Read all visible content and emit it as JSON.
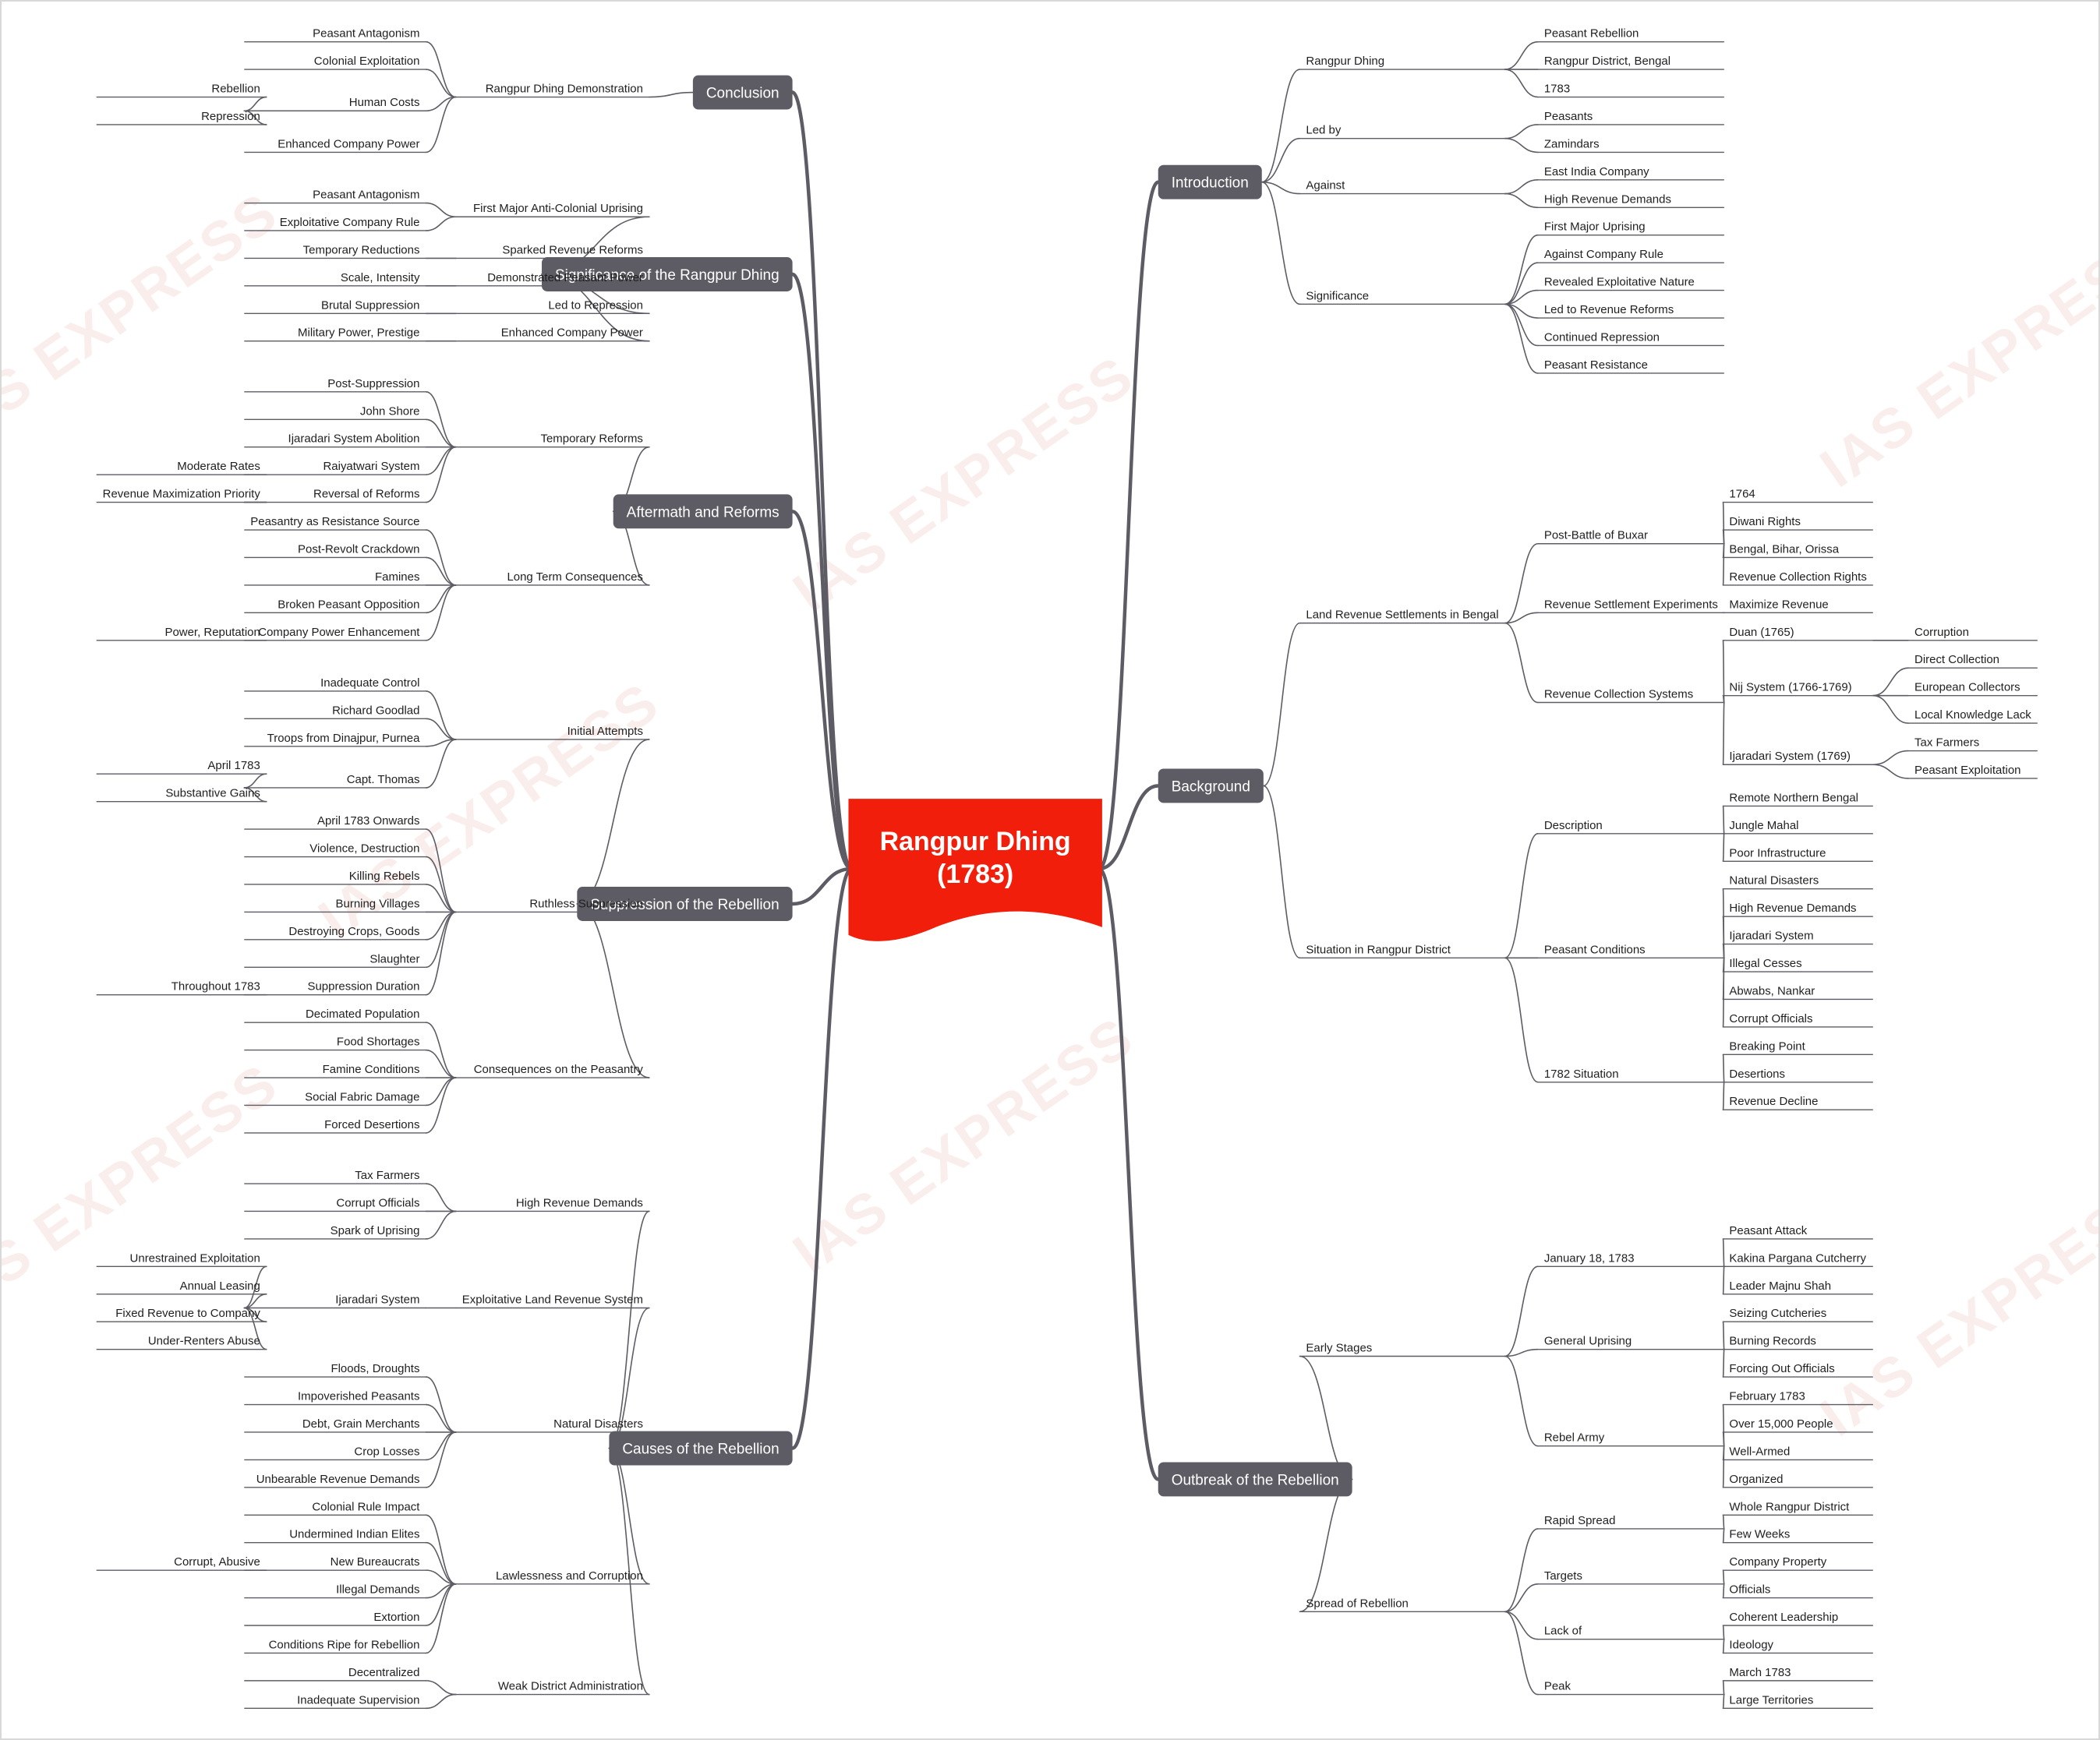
{
  "watermark": "IAS EXPRESS",
  "colors": {
    "center": "#f01e0a",
    "branch": "#5d5c64",
    "line": "#5d5c64",
    "text": "#1f1f1f"
  },
  "center": {
    "line1": "Rangpur Dhing",
    "line2": "(1783)"
  },
  "right": [
    {
      "label": "Introduction",
      "children": [
        {
          "label": "Rangpur Dhing",
          "children": [
            {
              "label": "Peasant Rebellion"
            },
            {
              "label": "Rangpur District, Bengal"
            },
            {
              "label": "1783"
            }
          ]
        },
        {
          "label": "Led by",
          "children": [
            {
              "label": "Peasants"
            },
            {
              "label": "Zamindars"
            }
          ]
        },
        {
          "label": "Against",
          "children": [
            {
              "label": "East India Company"
            },
            {
              "label": "High Revenue Demands"
            }
          ]
        },
        {
          "label": "Significance",
          "children": [
            {
              "label": "First Major Uprising"
            },
            {
              "label": "Against Company Rule"
            },
            {
              "label": "Revealed Exploitative Nature"
            },
            {
              "label": "Led to Revenue Reforms"
            },
            {
              "label": "Continued Repression"
            },
            {
              "label": "Peasant Resistance"
            }
          ]
        }
      ]
    },
    {
      "label": "Background",
      "children": [
        {
          "label": "Land Revenue Settlements in Bengal",
          "children": [
            {
              "label": "Post-Battle of Buxar",
              "children": [
                {
                  "label": "1764"
                },
                {
                  "label": "Diwani Rights"
                },
                {
                  "label": "Bengal, Bihar, Orissa"
                },
                {
                  "label": "Revenue Collection Rights"
                }
              ]
            },
            {
              "label": "Revenue Settlement Experiments",
              "children": [
                {
                  "label": "Maximize Revenue"
                }
              ]
            },
            {
              "label": "Revenue Collection Systems",
              "children": [
                {
                  "label": "Duan (1765)",
                  "children": [
                    {
                      "label": "Corruption"
                    }
                  ]
                },
                {
                  "label": "Nij System (1766-1769)",
                  "children": [
                    {
                      "label": "Direct Collection"
                    },
                    {
                      "label": "European Collectors"
                    },
                    {
                      "label": "Local Knowledge Lack"
                    }
                  ]
                },
                {
                  "label": "Ijaradari System (1769)",
                  "children": [
                    {
                      "label": "Tax Farmers"
                    },
                    {
                      "label": "Peasant Exploitation"
                    }
                  ]
                }
              ]
            }
          ]
        },
        {
          "label": "Situation in Rangpur District",
          "children": [
            {
              "label": "Description",
              "children": [
                {
                  "label": "Remote Northern Bengal"
                },
                {
                  "label": "Jungle Mahal"
                },
                {
                  "label": "Poor Infrastructure"
                }
              ]
            },
            {
              "label": "Peasant Conditions",
              "children": [
                {
                  "label": "Natural Disasters"
                },
                {
                  "label": "High Revenue Demands"
                },
                {
                  "label": "Ijaradari System"
                },
                {
                  "label": "Illegal Cesses"
                },
                {
                  "label": "Abwabs, Nankar"
                },
                {
                  "label": "Corrupt Officials"
                }
              ]
            },
            {
              "label": "1782 Situation",
              "children": [
                {
                  "label": "Breaking Point"
                },
                {
                  "label": "Desertions"
                },
                {
                  "label": "Revenue Decline"
                }
              ]
            }
          ]
        }
      ]
    },
    {
      "label": "Outbreak of the Rebellion",
      "children": [
        {
          "label": "Early Stages",
          "children": [
            {
              "label": "January 18, 1783",
              "children": [
                {
                  "label": "Peasant Attack"
                },
                {
                  "label": "Kakina Pargana Cutcherry"
                },
                {
                  "label": "Leader Majnu Shah"
                }
              ]
            },
            {
              "label": "General Uprising",
              "children": [
                {
                  "label": "Seizing Cutcheries"
                },
                {
                  "label": "Burning Records"
                },
                {
                  "label": "Forcing Out Officials"
                }
              ]
            },
            {
              "label": "Rebel Army",
              "children": [
                {
                  "label": "February 1783"
                },
                {
                  "label": "Over 15,000 People"
                },
                {
                  "label": "Well-Armed"
                },
                {
                  "label": "Organized"
                }
              ]
            }
          ]
        },
        {
          "label": "Spread of Rebellion",
          "children": [
            {
              "label": "Rapid Spread",
              "children": [
                {
                  "label": "Whole Rangpur District"
                },
                {
                  "label": "Few Weeks"
                }
              ]
            },
            {
              "label": "Targets",
              "children": [
                {
                  "label": "Company Property"
                },
                {
                  "label": "Officials"
                }
              ]
            },
            {
              "label": "Lack of",
              "children": [
                {
                  "label": "Coherent Leadership"
                },
                {
                  "label": "Ideology"
                }
              ]
            },
            {
              "label": "Peak",
              "children": [
                {
                  "label": "March 1783"
                },
                {
                  "label": "Large Territories"
                }
              ]
            }
          ]
        }
      ]
    }
  ],
  "left": [
    {
      "label": "Conclusion",
      "children": [
        {
          "label": "Rangpur Dhing Demonstration",
          "children": [
            {
              "label": "Peasant Antagonism"
            },
            {
              "label": "Colonial Exploitation"
            },
            {
              "label": "Human Costs",
              "children": [
                {
                  "label": "Rebellion"
                },
                {
                  "label": "Repression"
                }
              ]
            },
            {
              "label": "Enhanced Company Power"
            }
          ]
        }
      ]
    },
    {
      "label": "Significance of the Rangpur Dhing",
      "children": [
        {
          "label": "First Major Anti-Colonial Uprising",
          "children": [
            {
              "label": "Peasant Antagonism"
            },
            {
              "label": "Exploitative Company Rule"
            }
          ]
        },
        {
          "label": "Sparked Revenue Reforms",
          "children": [
            {
              "label": "Temporary Reductions"
            }
          ]
        },
        {
          "label": "Demonstrated Peasant Power",
          "children": [
            {
              "label": "Scale, Intensity"
            }
          ]
        },
        {
          "label": "Led to Repression",
          "children": [
            {
              "label": "Brutal Suppression"
            }
          ]
        },
        {
          "label": "Enhanced Company Power",
          "children": [
            {
              "label": "Military Power, Prestige"
            }
          ]
        }
      ]
    },
    {
      "label": "Aftermath and Reforms",
      "children": [
        {
          "label": "Temporary Reforms",
          "children": [
            {
              "label": "Post-Suppression"
            },
            {
              "label": "John Shore"
            },
            {
              "label": "Ijaradari System Abolition"
            },
            {
              "label": "Raiyatwari System",
              "children": [
                {
                  "label": "Moderate Rates"
                }
              ]
            },
            {
              "label": "Reversal of Reforms",
              "children": [
                {
                  "label": "Revenue Maximization Priority"
                }
              ]
            }
          ]
        },
        {
          "label": "Long Term Consequences",
          "children": [
            {
              "label": "Peasantry as Resistance Source"
            },
            {
              "label": "Post-Revolt Crackdown"
            },
            {
              "label": "Famines"
            },
            {
              "label": "Broken Peasant Opposition"
            },
            {
              "label": "Company Power Enhancement",
              "children": [
                {
                  "label": "Power, Reputation"
                }
              ]
            }
          ]
        }
      ]
    },
    {
      "label": "Suppression of the Rebellion",
      "children": [
        {
          "label": "Initial Attempts",
          "children": [
            {
              "label": "Inadequate Control"
            },
            {
              "label": "Richard Goodlad"
            },
            {
              "label": "Troops from Dinajpur, Purnea"
            },
            {
              "label": "Capt. Thomas",
              "children": [
                {
                  "label": "April 1783"
                },
                {
                  "label": "Substantive Gains"
                }
              ]
            }
          ]
        },
        {
          "label": "Ruthless Suppression",
          "children": [
            {
              "label": "April 1783 Onwards"
            },
            {
              "label": "Violence, Destruction"
            },
            {
              "label": "Killing Rebels"
            },
            {
              "label": "Burning Villages"
            },
            {
              "label": "Destroying Crops, Goods"
            },
            {
              "label": "Slaughter"
            },
            {
              "label": "Suppression Duration",
              "children": [
                {
                  "label": "Throughout 1783"
                }
              ]
            }
          ]
        },
        {
          "label": "Consequences on the Peasantry",
          "children": [
            {
              "label": "Decimated Population"
            },
            {
              "label": "Food Shortages"
            },
            {
              "label": "Famine Conditions"
            },
            {
              "label": "Social Fabric Damage"
            },
            {
              "label": "Forced Desertions"
            }
          ]
        }
      ]
    },
    {
      "label": "Causes of the Rebellion",
      "children": [
        {
          "label": "High Revenue Demands",
          "children": [
            {
              "label": "Tax Farmers"
            },
            {
              "label": "Corrupt Officials"
            },
            {
              "label": "Spark of Uprising"
            }
          ]
        },
        {
          "label": "Exploitative Land Revenue System",
          "children": [
            {
              "label": "Ijaradari System",
              "children": [
                {
                  "label": "Unrestrained Exploitation"
                },
                {
                  "label": "Annual Leasing"
                },
                {
                  "label": "Fixed Revenue to Company"
                },
                {
                  "label": "Under-Renters Abuse"
                }
              ]
            }
          ]
        },
        {
          "label": "Natural Disasters",
          "children": [
            {
              "label": "Floods, Droughts"
            },
            {
              "label": "Impoverished Peasants"
            },
            {
              "label": "Debt, Grain Merchants"
            },
            {
              "label": "Crop Losses"
            },
            {
              "label": "Unbearable Revenue Demands"
            }
          ]
        },
        {
          "label": "Lawlessness and Corruption",
          "children": [
            {
              "label": "Colonial Rule Impact"
            },
            {
              "label": "Undermined Indian Elites"
            },
            {
              "label": "New Bureaucrats",
              "children": [
                {
                  "label": "Corrupt, Abusive"
                }
              ]
            },
            {
              "label": "Illegal Demands"
            },
            {
              "label": "Extortion"
            },
            {
              "label": "Conditions Ripe for Rebellion"
            }
          ]
        },
        {
          "label": "Weak District Administration",
          "children": [
            {
              "label": "Decentralized"
            },
            {
              "label": "Inadequate Supervision"
            }
          ]
        }
      ]
    }
  ]
}
